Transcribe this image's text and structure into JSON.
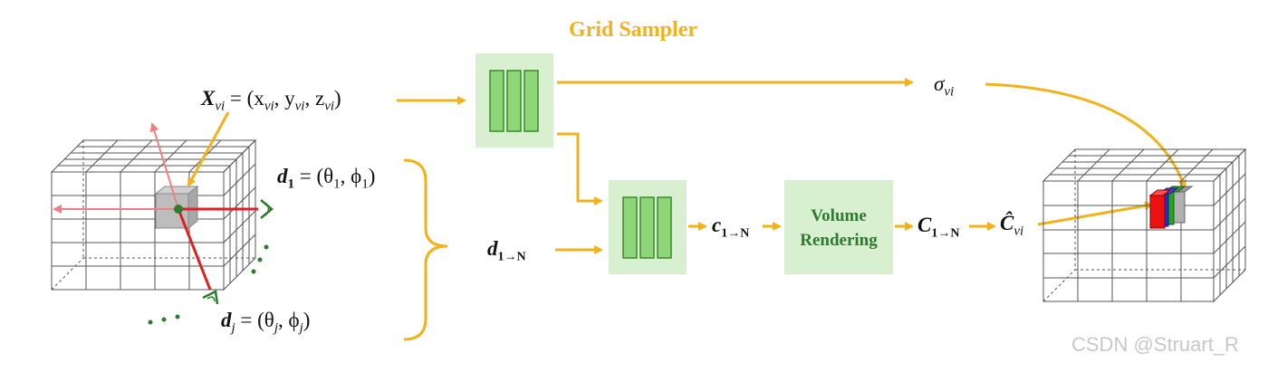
{
  "title": "Grid Sampler",
  "labels": {
    "x_vi_lhs": "X",
    "x_vi_lhs_sub": "vi",
    "x_vi_rhs": "= (x",
    "x_sub1": "vi",
    "x_mid1": ", y",
    "x_sub2": "vi",
    "x_mid2": ", z",
    "x_sub3": "vi",
    "x_end": ")",
    "d1_main": "d",
    "d1_sub": "1",
    "d1_rhs": "= (θ",
    "d1_rhs_sub1": "1",
    "d1_mid": ", ϕ",
    "d1_rhs_sub2": "1",
    "d1_end": ")",
    "dj_main": "d",
    "dj_sub": "j",
    "dj_rhs": "= (θ",
    "dj_rhs_sub1": "j",
    "dj_mid": ", ϕ",
    "dj_rhs_sub2": "j",
    "dj_end": ")",
    "d1N_main": "d",
    "d1N_sub": "1→N",
    "sigma_main": "σ",
    "sigma_sub": "vi",
    "c1N_main": "c",
    "c1N_sub": "1→N",
    "C1N_main": "C",
    "C1N_sub": "1→N",
    "Chat_main": "Ĉ",
    "Chat_sub": "vi"
  },
  "volume_rendering": {
    "line1": "Volume",
    "line2": "Rendering"
  },
  "watermark": "CSDN @Struart_R",
  "colors": {
    "accent": "#f2b21c",
    "box_fill": "#d8f0d0",
    "bar_fill": "#8fd67a",
    "bar_stroke": "#3a8a2a",
    "ray_red": "#e02020",
    "ray_pink": "#f08080",
    "dark_green": "#2e7a2e",
    "grid": "#555555"
  }
}
